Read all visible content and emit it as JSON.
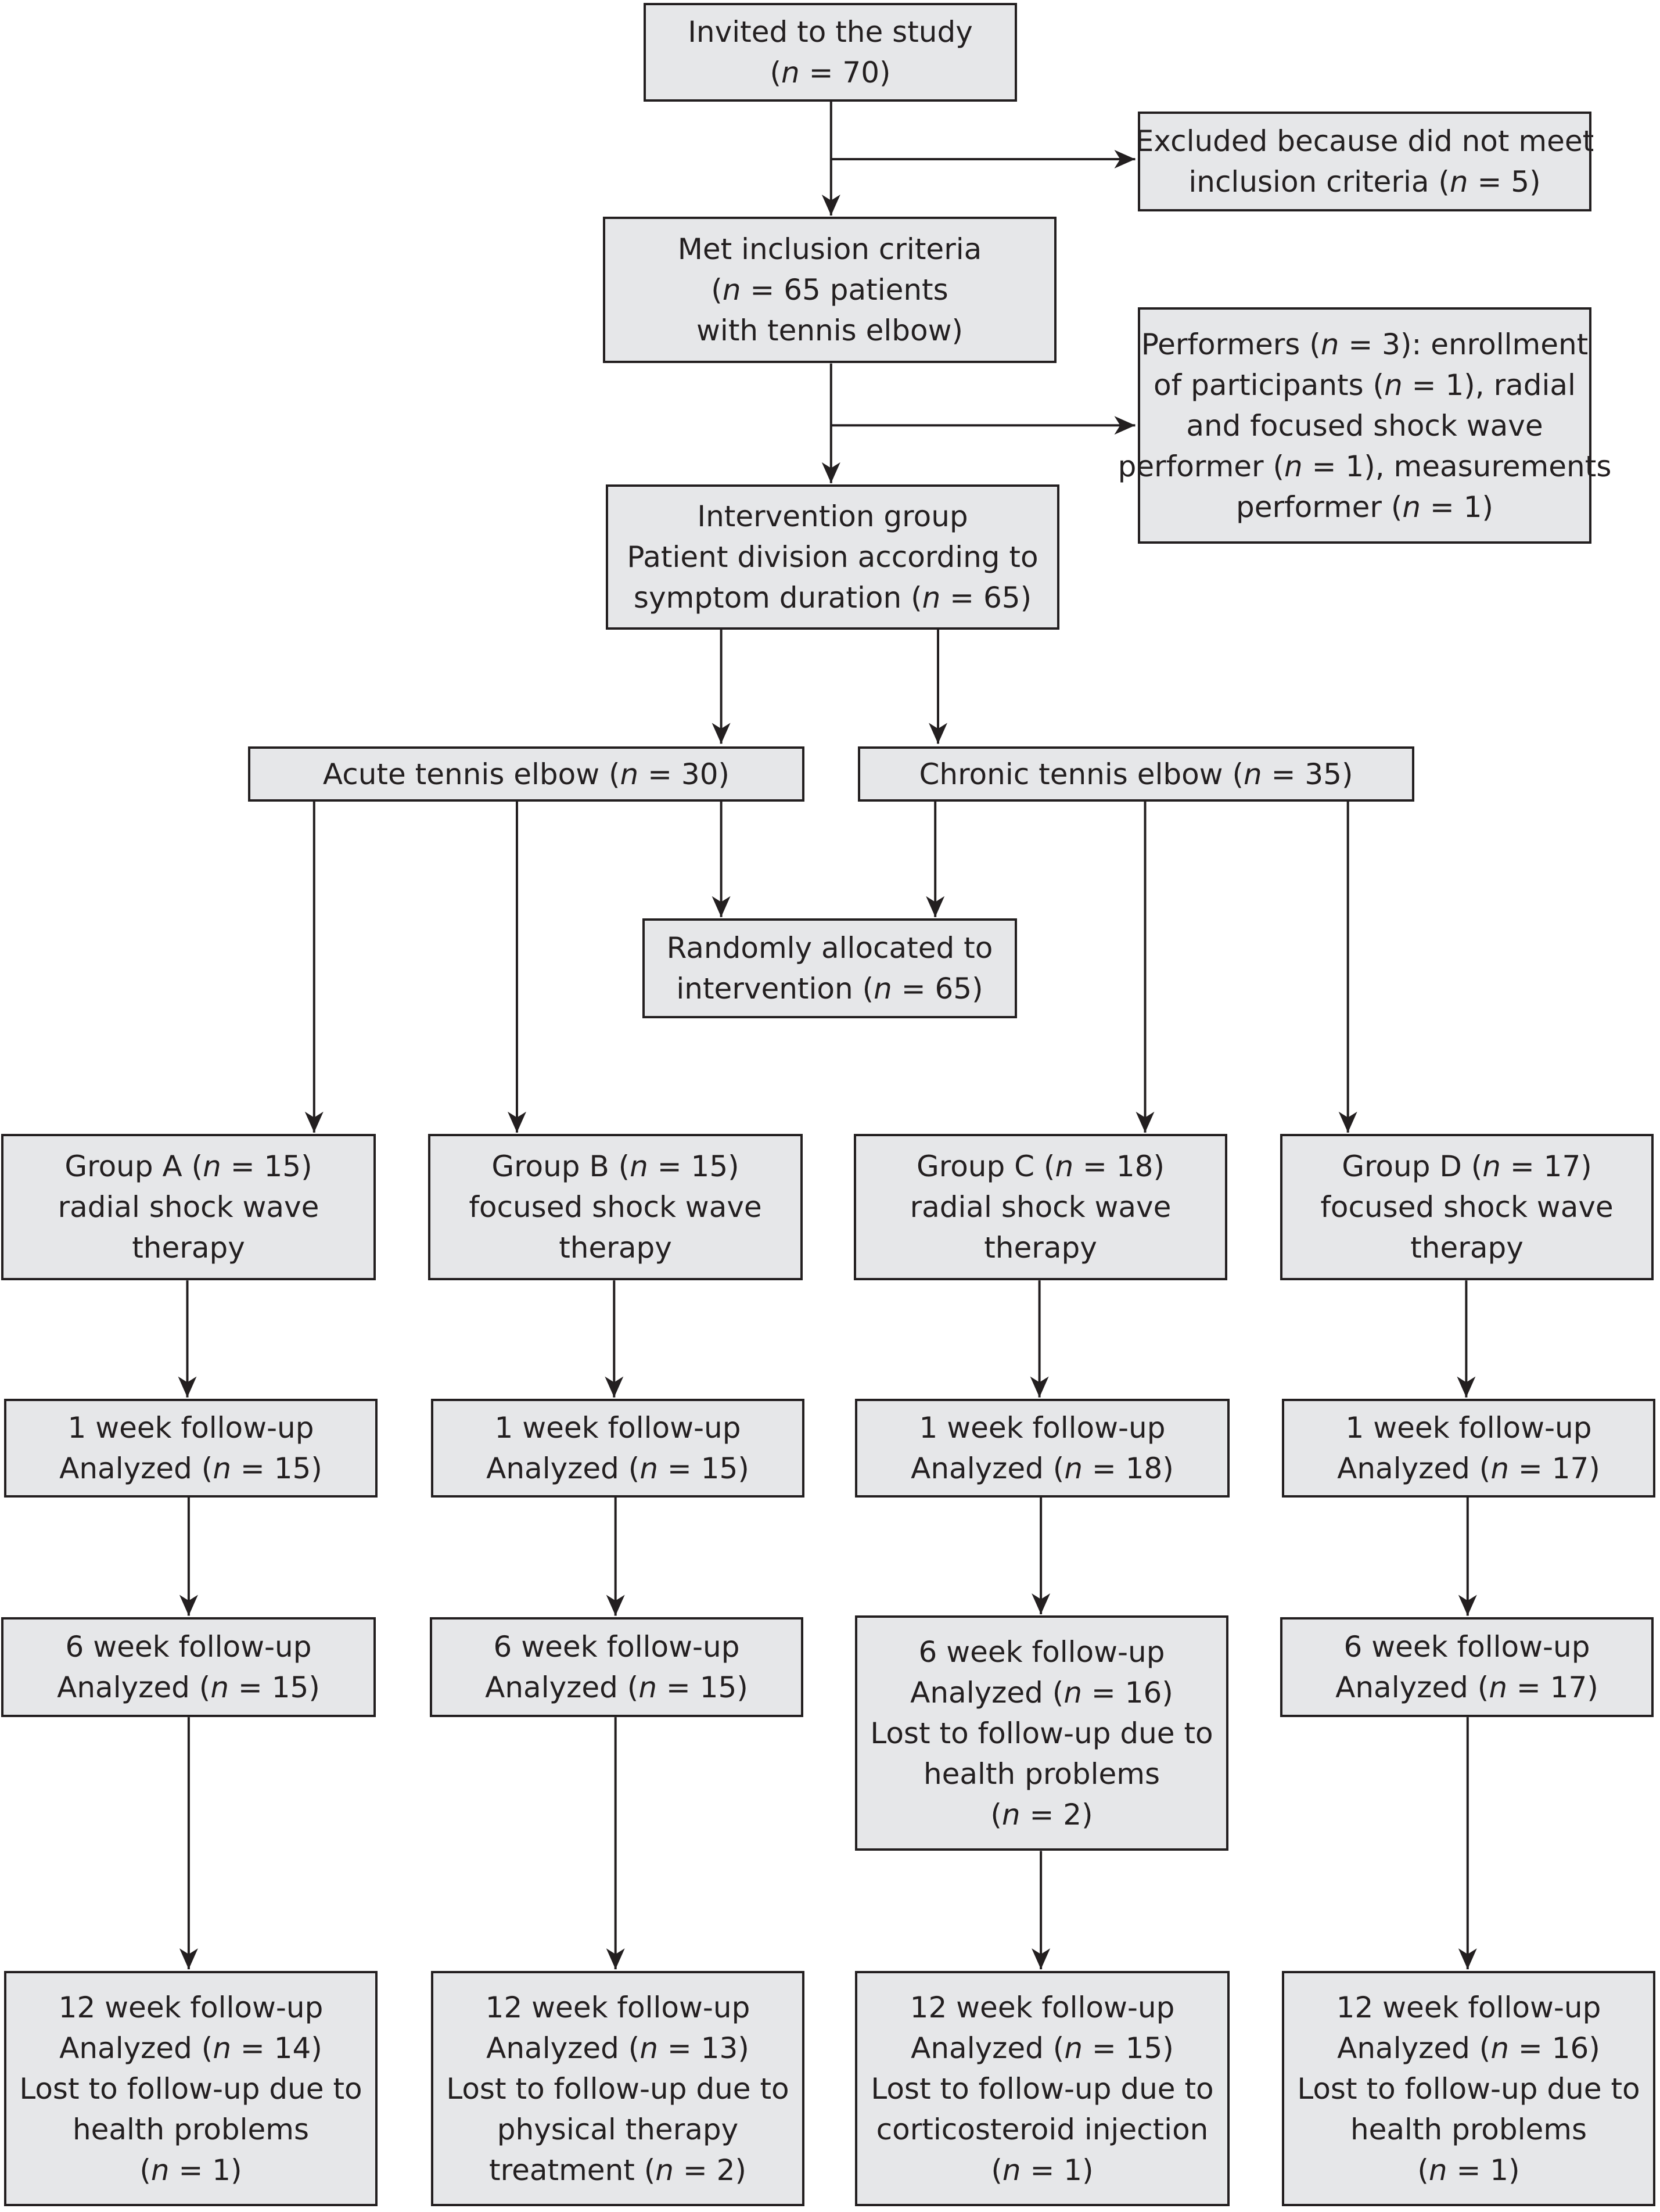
{
  "colors": {
    "box_fill": "#e6e7e9",
    "line": "#231f20",
    "text": "#231f20"
  },
  "nodes": [
    {
      "id": "invited",
      "lines": [
        "Invited to the study",
        "(*n* = 70)"
      ]
    },
    {
      "id": "excluded",
      "lines": [
        "Excluded because did not meet",
        "inclusion criteria (*n* = 5)"
      ]
    },
    {
      "id": "met-criteria",
      "lines": [
        "Met inclusion criteria",
        "(*n* = 65 patients",
        "with tennis elbow)"
      ]
    },
    {
      "id": "performers",
      "lines": [
        "Performers (*n* = 3): enrollment",
        "of participants (*n* = 1), radial",
        "and focused shock wave",
        "performer (*n* = 1), measurements",
        "performer (*n* = 1)"
      ]
    },
    {
      "id": "intervention",
      "lines": [
        "Intervention group",
        "Patient division according to",
        "symptom duration (*n* = 65)"
      ]
    },
    {
      "id": "acute",
      "lines": [
        "Acute tennis elbow (*n* = 30)"
      ]
    },
    {
      "id": "chronic",
      "lines": [
        "Chronic tennis elbow (*n* = 35)"
      ]
    },
    {
      "id": "random",
      "lines": [
        "Randomly allocated to",
        "intervention (*n* = 65)"
      ]
    },
    {
      "id": "group-a",
      "lines": [
        "Group A (*n* = 15)",
        "radial shock wave",
        "therapy"
      ]
    },
    {
      "id": "group-b",
      "lines": [
        "Group B (*n* = 15)",
        "focused shock wave",
        "therapy"
      ]
    },
    {
      "id": "group-c",
      "lines": [
        "Group C (*n* = 18)",
        "radial shock wave",
        "therapy"
      ]
    },
    {
      "id": "group-d",
      "lines": [
        "Group D (*n* = 17)",
        "focused shock wave",
        "therapy"
      ]
    },
    {
      "id": "a-1wk",
      "lines": [
        "1 week follow-up",
        "Analyzed (*n* = 15)"
      ]
    },
    {
      "id": "b-1wk",
      "lines": [
        "1 week follow-up",
        "Analyzed (*n* = 15)"
      ]
    },
    {
      "id": "c-1wk",
      "lines": [
        "1 week follow-up",
        "Analyzed (*n* = 18)"
      ]
    },
    {
      "id": "d-1wk",
      "lines": [
        "1 week follow-up",
        "Analyzed (*n* = 17)"
      ]
    },
    {
      "id": "a-6wk",
      "lines": [
        "6 week follow-up",
        "Analyzed (*n* = 15)"
      ]
    },
    {
      "id": "b-6wk",
      "lines": [
        "6 week follow-up",
        "Analyzed (*n* = 15)"
      ]
    },
    {
      "id": "c-6wk",
      "lines": [
        "6 week follow-up",
        "Analyzed (*n* = 16)",
        "Lost to follow-up due to",
        "health problems",
        "(*n* = 2)"
      ]
    },
    {
      "id": "d-6wk",
      "lines": [
        "6 week follow-up",
        "Analyzed (*n* = 17)"
      ]
    },
    {
      "id": "a-12wk",
      "lines": [
        "12 week follow-up",
        "Analyzed (*n* = 14)",
        "Lost to follow-up due to",
        "health problems",
        "(*n* = 1)"
      ]
    },
    {
      "id": "b-12wk",
      "lines": [
        "12 week follow-up",
        "Analyzed (*n* = 13)",
        "Lost to follow-up due to",
        "physical therapy",
        "treatment (*n* = 2)"
      ]
    },
    {
      "id": "c-12wk",
      "lines": [
        "12 week follow-up",
        "Analyzed (*n* = 15)",
        "Lost to follow-up due to",
        "corticosteroid injection",
        "(*n* = 1)"
      ]
    },
    {
      "id": "d-12wk",
      "lines": [
        "12 week follow-up",
        "Analyzed (*n* = 16)",
        "Lost to follow-up due to",
        "health problems",
        "(*n* = 1)"
      ]
    }
  ],
  "edges": [
    {
      "from": "invited",
      "to": "met-criteria"
    },
    {
      "from": "invited",
      "to": "excluded"
    },
    {
      "from": "met-criteria",
      "to": "intervention"
    },
    {
      "from": "met-criteria",
      "to": "performers"
    },
    {
      "from": "intervention",
      "to": "acute"
    },
    {
      "from": "intervention",
      "to": "chronic"
    },
    {
      "from": "acute",
      "to": "random"
    },
    {
      "from": "chronic",
      "to": "random"
    },
    {
      "from": "acute",
      "to": "group-a"
    },
    {
      "from": "acute",
      "to": "group-b"
    },
    {
      "from": "chronic",
      "to": "group-c"
    },
    {
      "from": "chronic",
      "to": "group-d"
    },
    {
      "from": "group-a",
      "to": "a-1wk"
    },
    {
      "from": "group-b",
      "to": "b-1wk"
    },
    {
      "from": "group-c",
      "to": "c-1wk"
    },
    {
      "from": "group-d",
      "to": "d-1wk"
    },
    {
      "from": "a-1wk",
      "to": "a-6wk"
    },
    {
      "from": "b-1wk",
      "to": "b-6wk"
    },
    {
      "from": "c-1wk",
      "to": "c-6wk"
    },
    {
      "from": "d-1wk",
      "to": "d-6wk"
    },
    {
      "from": "a-6wk",
      "to": "a-12wk"
    },
    {
      "from": "b-6wk",
      "to": "b-12wk"
    },
    {
      "from": "c-6wk",
      "to": "c-12wk"
    },
    {
      "from": "d-6wk",
      "to": "d-12wk"
    }
  ]
}
